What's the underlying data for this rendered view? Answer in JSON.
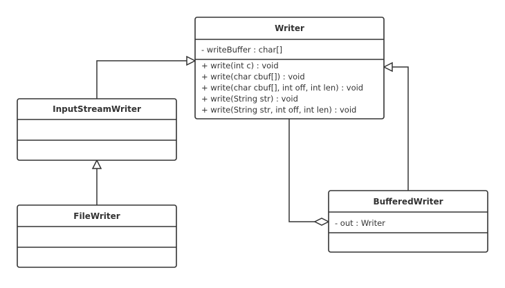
{
  "classes": {
    "writer": {
      "name": "Writer",
      "attributes": [
        "- writeBuffer : char[]"
      ],
      "methods": [
        "+ write(int c) : void",
        "+ write(char cbuf[]) : void",
        "+ write(char cbuf[], int off, int len) : void",
        "+ write(String str) : void",
        "+ write(String str, int off, int len) : void"
      ]
    },
    "input_stream_writer": {
      "name": "InputStreamWriter"
    },
    "file_writer": {
      "name": "FileWriter"
    },
    "buffered_writer": {
      "name": "BufferedWriter",
      "attributes": [
        "- out :  Writer"
      ]
    }
  },
  "relations": [
    {
      "from": "InputStreamWriter",
      "to": "Writer",
      "type": "generalization"
    },
    {
      "from": "FileWriter",
      "to": "InputStreamWriter",
      "type": "generalization"
    },
    {
      "from": "BufferedWriter",
      "to": "Writer",
      "type": "generalization"
    },
    {
      "from": "BufferedWriter",
      "to": "Writer",
      "type": "aggregation"
    }
  ]
}
